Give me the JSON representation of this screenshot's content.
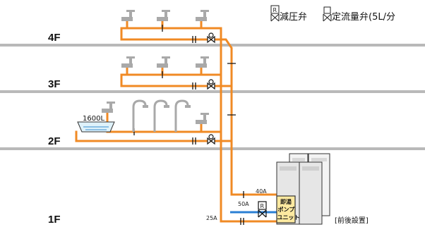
{
  "legend": {
    "reducing_valve_label": "減圧弁",
    "constant_flow_valve_label": "定流量弁(5L/分",
    "reducing_valve_symbol_letter": "R"
  },
  "floors": {
    "f4": "4F",
    "f3": "3F",
    "f2": "2F",
    "f1": "1F"
  },
  "tank": {
    "label": "1600L"
  },
  "pipes": {
    "size_40a": "40A",
    "size_50a": "50A",
    "size_25a": "25A"
  },
  "valve_symbol_letter": "R",
  "pump_unit": {
    "line1": "即湯",
    "line2": "ポンプ",
    "line3": "ユニット"
  },
  "installation_note": "[前後設置]",
  "colors": {
    "pipe": "#f08a24",
    "cold_pipe": "#2a7fd4",
    "floor_slab": "#b9b9b9",
    "fixture": "#a9a9a9",
    "unit_fill": "#fde9a0"
  }
}
